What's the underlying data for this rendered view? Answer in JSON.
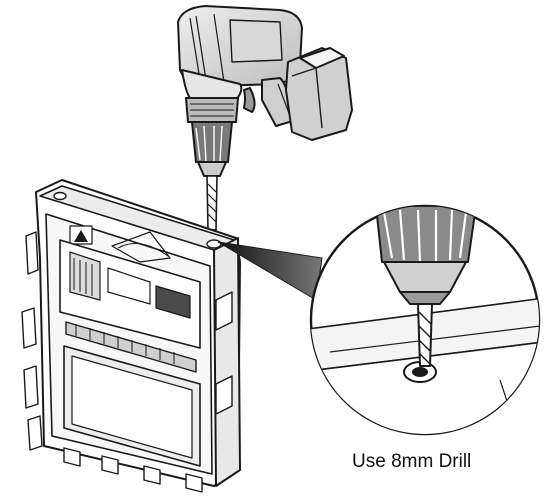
{
  "caption": "Use 8mm Drill",
  "colors": {
    "line": "#1a1a1a",
    "shade": "#9a9a9a",
    "dark": "#4a4a4a",
    "background": "#ffffff"
  },
  "icons": [
    "drill-icon",
    "drill-bit-icon",
    "enclosure-housing",
    "magnified-detail-circle"
  ]
}
